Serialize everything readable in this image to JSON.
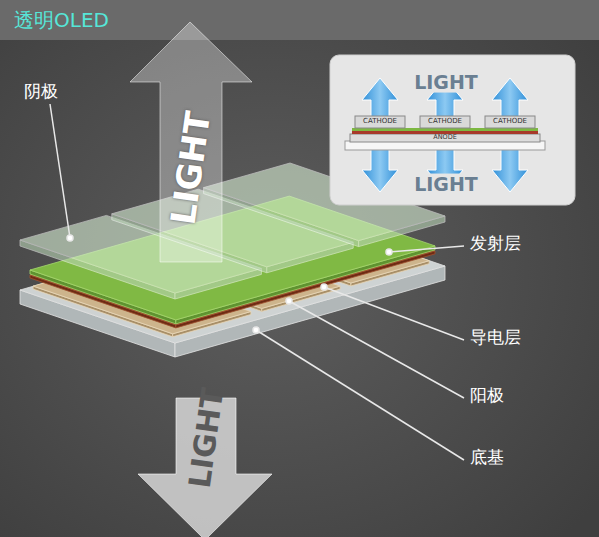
{
  "diagram": {
    "title": "透明OLED",
    "labels": [
      "阴极",
      "发射层",
      "导电层",
      "阳极",
      "底基",
      "LIGHT",
      "LIGHT",
      "LIGHT",
      "LIGHT",
      "CATHODE",
      "CATHODE",
      "CATHODE",
      "ANODE"
    ]
  }
}
